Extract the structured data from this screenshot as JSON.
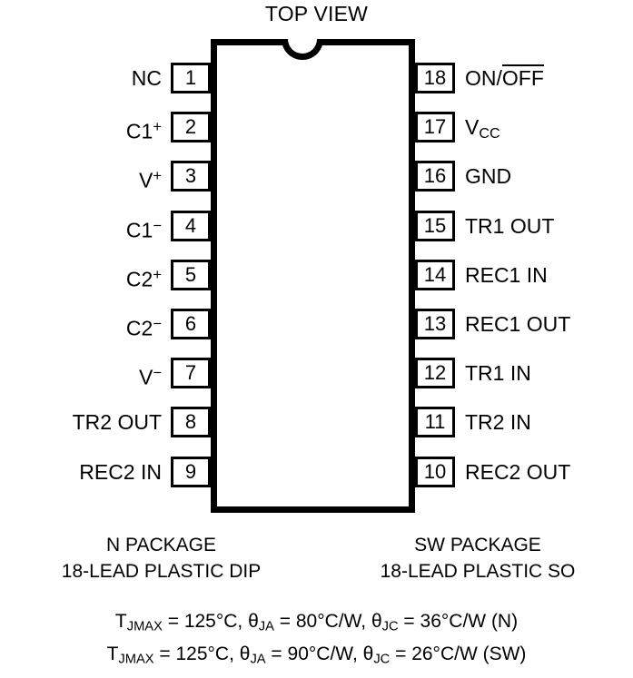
{
  "title": "TOP VIEW",
  "pins": {
    "left": [
      {
        "number": "1",
        "label": "NC",
        "label_sup": "",
        "label_sub": ""
      },
      {
        "number": "2",
        "label": "C1",
        "label_sup": "+",
        "label_sub": ""
      },
      {
        "number": "3",
        "label": "V",
        "label_sup": "+",
        "label_sub": ""
      },
      {
        "number": "4",
        "label": "C1",
        "label_sup": "−",
        "label_sub": ""
      },
      {
        "number": "5",
        "label": "C2",
        "label_sup": "+",
        "label_sub": ""
      },
      {
        "number": "6",
        "label": "C2",
        "label_sup": "−",
        "label_sub": ""
      },
      {
        "number": "7",
        "label": "V",
        "label_sup": "−",
        "label_sub": ""
      },
      {
        "number": "8",
        "label": "TR2 OUT",
        "label_sup": "",
        "label_sub": ""
      },
      {
        "number": "9",
        "label": "REC2 IN",
        "label_sup": "",
        "label_sub": ""
      }
    ],
    "right": [
      {
        "number": "18",
        "label": "ON/",
        "label_over": "OFF",
        "label_sub": ""
      },
      {
        "number": "17",
        "label": "V",
        "label_over": "",
        "label_sub": "CC"
      },
      {
        "number": "16",
        "label": "GND",
        "label_over": "",
        "label_sub": ""
      },
      {
        "number": "15",
        "label": "TR1 OUT",
        "label_over": "",
        "label_sub": ""
      },
      {
        "number": "14",
        "label": "REC1 IN",
        "label_over": "",
        "label_sub": ""
      },
      {
        "number": "13",
        "label": "REC1 OUT",
        "label_over": "",
        "label_sub": ""
      },
      {
        "number": "12",
        "label": "TR1 IN",
        "label_over": "",
        "label_sub": ""
      },
      {
        "number": "11",
        "label": "TR2 IN",
        "label_over": "",
        "label_sub": ""
      },
      {
        "number": "10",
        "label": "REC2 OUT",
        "label_over": "",
        "label_sub": ""
      }
    ]
  },
  "packages": {
    "n": {
      "name": "N PACKAGE",
      "description": "18-LEAD PLASTIC DIP"
    },
    "sw": {
      "name": "SW PACKAGE",
      "description": "18-LEAD PLASTIC SO"
    }
  },
  "thermal": [
    {
      "tj_symbol": "T",
      "tj_sub": "JMAX",
      "tj_value": " = 125°C, ",
      "tja_symbol": "θ",
      "tja_sub": "JA",
      "tja_value": " = 80°C/W, ",
      "tjc_symbol": "θ",
      "tjc_sub": "JC",
      "tjc_value": " = 36°C/W (N)"
    },
    {
      "tj_symbol": "T",
      "tj_sub": "JMAX",
      "tj_value": " = 125°C, ",
      "tja_symbol": "θ",
      "tja_sub": "JA",
      "tja_value": " = 90°C/W, ",
      "tjc_symbol": "θ",
      "tjc_sub": "JC",
      "tjc_value": " = 26°C/W (SW)"
    }
  ],
  "colors": {
    "ink": "#000000",
    "background": "#ffffff"
  }
}
